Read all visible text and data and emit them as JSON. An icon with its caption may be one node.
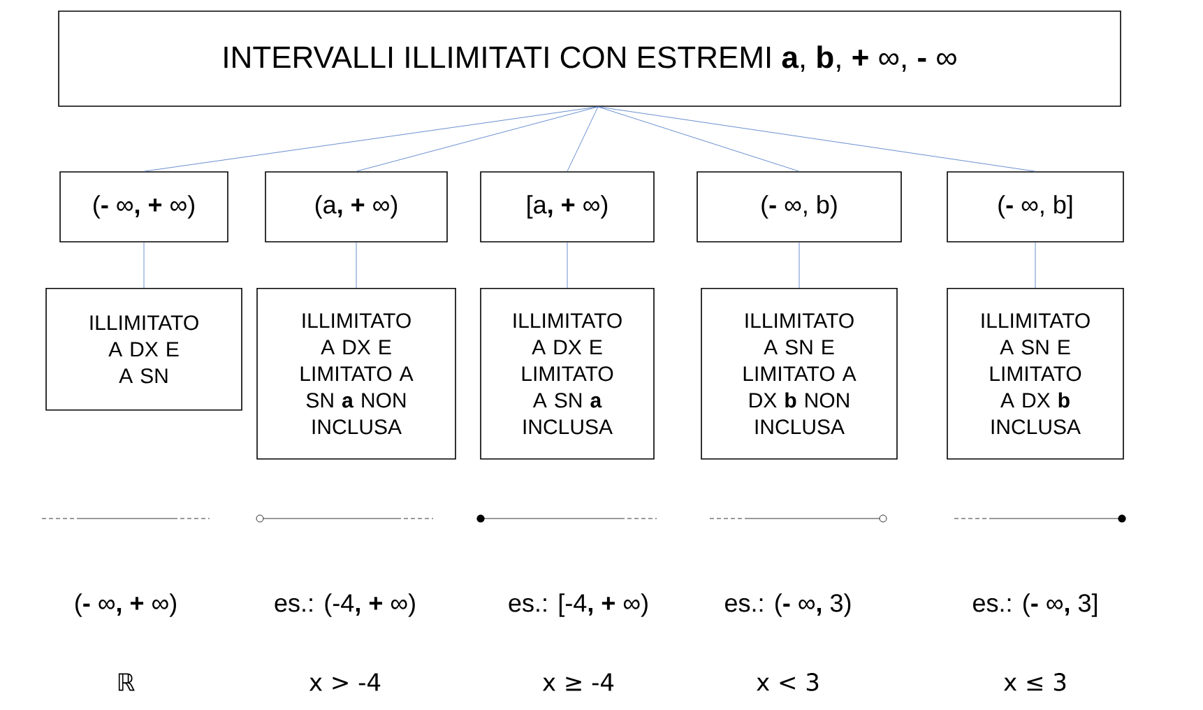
{
  "diagram": {
    "nodes": [
      {
        "text": [
          "INTERVALLI ILLIMITATI CON ESTREMI **a**, **b**, **+** ∞, **-** ∞"
        ]
      },
      {
        "text": [
          "(**-** ∞**, +** ∞)"
        ]
      },
      {
        "text": [
          "(a**, +** ∞)"
        ]
      },
      {
        "text": [
          "[a**, +** ∞)"
        ]
      },
      {
        "text": [
          "(**-** ∞, b)"
        ]
      },
      {
        "text": [
          "(**-** ∞, b]"
        ]
      },
      {
        "text": [
          "ILLIMITATO A DX E A SN"
        ]
      },
      {
        "text": [
          "ILLIMITATO A DX E LIMITATO A SN **a** NON INCLUSA"
        ]
      },
      {
        "text": [
          "ILLIMITATO A DX E LIMITATO A SN **a** INCLUSA"
        ]
      },
      {
        "text": [
          "ILLIMITATO A SN E LIMITATO A DX **b** NON INCLUSA"
        ]
      },
      {
        "text": [
          "ILLIMITATO A SN E LIMITATO A DX **b** INCLUSA"
        ]
      }
    ],
    "edges": [
      {
        "from": 0,
        "to": 1,
        "arrow": "none"
      },
      {
        "from": 0,
        "to": 2,
        "arrow": "none"
      },
      {
        "from": 0,
        "to": 3,
        "arrow": "none"
      },
      {
        "from": 0,
        "to": 4,
        "arrow": "none"
      },
      {
        "from": 0,
        "to": 5,
        "arrow": "none"
      },
      {
        "from": 1,
        "to": 6,
        "arrow": "none"
      },
      {
        "from": 2,
        "to": 7,
        "arrow": "none"
      },
      {
        "from": 3,
        "to": 8,
        "arrow": "none"
      },
      {
        "from": 4,
        "to": 9,
        "arrow": "none"
      },
      {
        "from": 5,
        "to": 10,
        "arrow": "none"
      }
    ],
    "labels": [
      "(**-** ∞**, +** ∞)",
      "es.: (-4**, +** ∞)",
      "es.: [-4**, +** ∞)",
      "es.: (**-** ∞**,** 3)",
      "es.: (**-** ∞**,** 3]",
      "ℝ",
      "x > -4",
      "x ≥ -4",
      "x < 3",
      "x ≤ 3"
    ]
  }
}
